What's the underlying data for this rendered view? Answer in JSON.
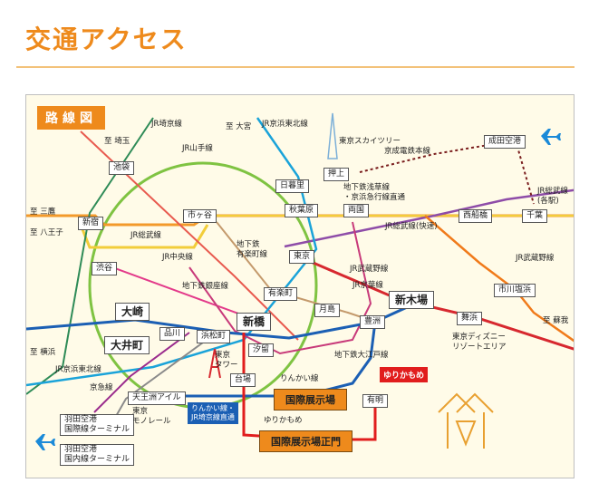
{
  "page": {
    "title": "交通アクセス"
  },
  "map": {
    "legend": "路線図",
    "stations": {
      "ikebukuro": "池袋",
      "nippori": "日暮里",
      "oshiage": "押上",
      "shinjuku": "新宿",
      "ichigaya": "市ヶ谷",
      "akihabara": "秋葉原",
      "ryogoku": "両国",
      "nishifunabashi": "西船橋",
      "chiba": "千葉",
      "narita": "成田空港",
      "shibuya": "渋谷",
      "tokyo": "東京",
      "yurakucho": "有楽町",
      "shinkiba": "新木場",
      "ichikawashiohama": "市川塩浜",
      "osaki": "大崎",
      "shinbashi": "新橋",
      "tsukishima": "月島",
      "toyosu": "豊洲",
      "maihama": "舞浜",
      "oimachi": "大井町",
      "shinagawa": "品川",
      "hamamatsucho": "浜松町",
      "shiodome": "汐留",
      "daiba": "台場",
      "ariake": "有明",
      "tennozu": "天王洲アイル",
      "kokusai": "国際展示場",
      "kokusai_seimon": "国際展示場正門",
      "haneda_intl": "羽田空港\n国際線ターミナル",
      "haneda_dom": "羽田空港\n国内線ターミナル"
    },
    "labels": {
      "saikyo": "JR埼京線",
      "to_omiya": "至 大宮",
      "keihin_n": "JR京浜東北線",
      "to_saitama": "至 埼玉",
      "yamanote": "JR山手線",
      "skytree": "東京スカイツリー",
      "keisei": "京成電鉄本線",
      "asakusa": "地下鉄浅草線\n・京浜急行線直通",
      "sobu_r": "JR総武線\n(各駅)",
      "to_mitaka": "至 三鷹",
      "to_hachioji": "至 八王子",
      "sobu_e": "JR総武線(快速)",
      "sobu_l": "JR総武線",
      "chuo": "JR中央線",
      "yurakucho_line": "地下鉄\n有楽町線",
      "musashino_l": "JR武蔵野線",
      "musashino_r": "JR武蔵野線",
      "keiyo": "JR京葉線",
      "ginza": "地下鉄銀座線",
      "to_soga": "至 蘇我",
      "disney": "東京ディズニー\nリゾートエリア",
      "oedo": "地下鉄大江戸線",
      "to_yokohama": "至 横浜",
      "keihin_s": "JR京浜東北線",
      "tower": "東京\nタワー",
      "keikyu": "京急線",
      "rinkai_top": "りんかい線",
      "yurikamome_tag": "ゆりかもめ",
      "monorail": "東京\nモノレール",
      "rinkai_tag": "りんかい線・\nJR埼京線直通",
      "yurikamome_lbl": "ゆりかもめ"
    }
  },
  "colors": {
    "yamanote": "#7fc342",
    "chuo": "#f39a2a",
    "sobu": "#f2cd3a",
    "keiyo": "#d7282f",
    "musashino": "#f07a1a",
    "rinkai": "#1b5fb4",
    "yurikamome": "#e11d1d",
    "keihin": "#1aa3d9",
    "asakusa": "#e85a4f",
    "yurakucho_line": "#c49a6c",
    "ginza": "#f0a020",
    "oedo": "#c83a7a",
    "monorail": "#8a8a8a",
    "keikyu": "#9b2c8d",
    "accent": "#ee8a1c"
  }
}
